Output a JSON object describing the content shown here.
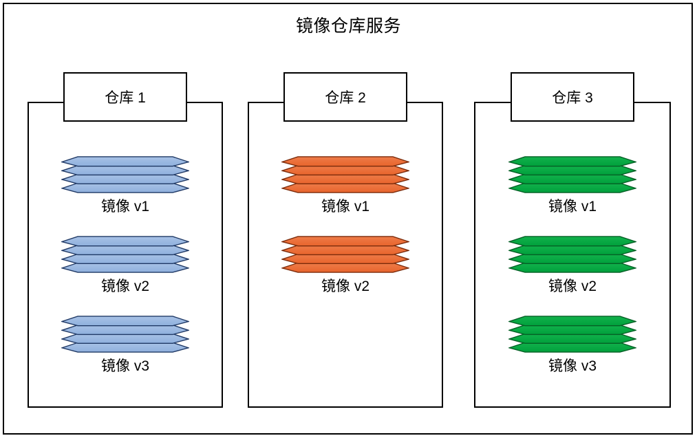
{
  "diagram": {
    "title": "镜像仓库服务",
    "frame_border_color": "#000000",
    "background": "#ffffff"
  },
  "repositories": [
    {
      "id": "repo-1",
      "header_label": "仓库 1",
      "color": "#8FB0DD",
      "color_dark": "#1F3864",
      "color_light": "#A8C2E6",
      "images": [
        {
          "label": "镜像 v1",
          "layers": 4
        },
        {
          "label": "镜像 v2",
          "layers": 4
        },
        {
          "label": "镜像 v3",
          "layers": 4
        }
      ]
    },
    {
      "id": "repo-2",
      "header_label": "仓库 2",
      "color": "#E8642C",
      "color_dark": "#7A2B0B",
      "color_light": "#EE7C49",
      "images": [
        {
          "label": "镜像 v1",
          "layers": 4
        },
        {
          "label": "镜像 v2",
          "layers": 4
        }
      ]
    },
    {
      "id": "repo-3",
      "header_label": "仓库 3",
      "color": "#00A03C",
      "color_dark": "#055F25",
      "color_light": "#12B24C",
      "images": [
        {
          "label": "镜像 v1",
          "layers": 4
        },
        {
          "label": "镜像 v2",
          "layers": 4
        },
        {
          "label": "镜像 v3",
          "layers": 4
        }
      ]
    }
  ]
}
